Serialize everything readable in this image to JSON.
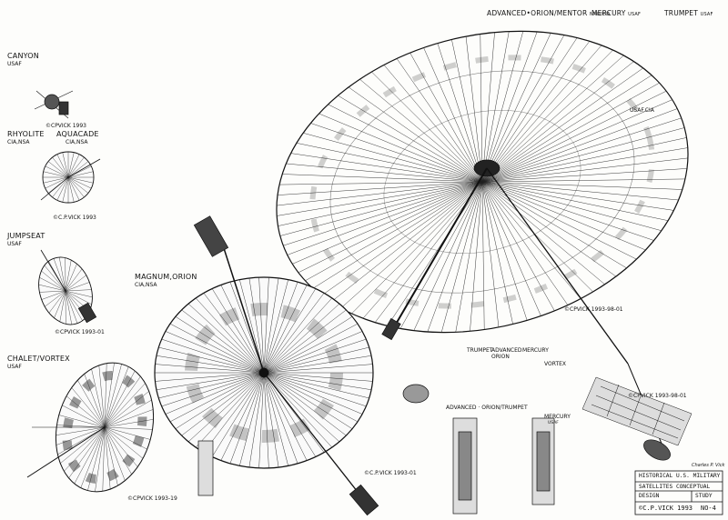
{
  "header": {
    "main_title": "ADVANCED•ORION/MENTOR",
    "main_title_agency": "NRO/CIA",
    "mercury_title": "MERCURY",
    "mercury_agency": "USAF",
    "trumpet_title": "TRUMPET",
    "trumpet_agency": "USAF",
    "subtitle": "USAF.CIA"
  },
  "satellites": {
    "canyon": {
      "name": "CANYON",
      "agency": "USAF",
      "credit": "©CPVICK 1993"
    },
    "rhyolite": {
      "name": "RHYOLITE",
      "agency": "CIA,NSA",
      "credit": "©C.P.VICK 1993"
    },
    "aquacade": {
      "name": "AQUACADE",
      "agency": "CIA,NSA"
    },
    "jumpseat": {
      "name": "JUMPSEAT",
      "agency": "USAF",
      "credit": "©CPVICK 1993-01"
    },
    "magnum": {
      "name": "MAGNUM,ORION",
      "agency": "CIA,NSA",
      "credit": "©C.P.VICK 1993-01"
    },
    "chalet": {
      "name": "CHALET/VORTEX",
      "agency": "USAF",
      "credit": "©CPVICK 1993-19"
    },
    "main": {
      "credit": "©CPVICK 1993-98-01",
      "credit2": "©CPVICK 1993-98-01"
    }
  },
  "section_labels": {
    "adv_orion_trumpet": "ADVANCED · ORION/TRUMPET",
    "mercury_small": "MERCURY",
    "mercury_small_agency": "USAF",
    "trumpet_mid": "TRUMPET",
    "adv_orion_mid": "ADVANCED ORION",
    "mercury_mid": "MERCURY",
    "vortex_mid": "VORTEX"
  },
  "title_block": {
    "line1": "HISTORICAL U.S. MILITARY",
    "line2": "SATELLITES CONCEPTUAL",
    "line3_left": "DESIGN",
    "line3_right": "STUDY",
    "line4": "©C.P.VICK 1993",
    "sheet_no": "NO-4",
    "signature": "Charles P. Vick"
  },
  "colors": {
    "ink": "#111111",
    "paper": "#fdfdfb",
    "shade": "#555555"
  }
}
